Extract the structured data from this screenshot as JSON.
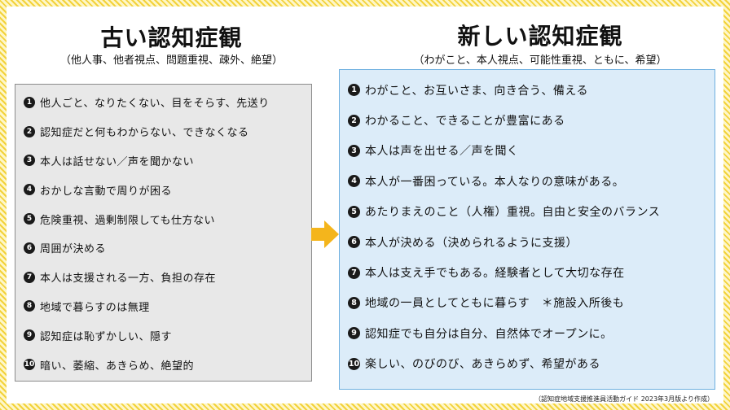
{
  "old": {
    "title": "古い認知症観",
    "subtitle": "（他人事、他者視点、問題重視、疎外、絶望）",
    "items": [
      {
        "num": "1",
        "text": "他人ごと、なりたくない、目をそらす、先送り"
      },
      {
        "num": "2",
        "text": "認知症だと何もわからない、できなくなる"
      },
      {
        "num": "3",
        "text": "本人は話せない／声を聞かない"
      },
      {
        "num": "4",
        "text": "おかしな言動で周りが困る"
      },
      {
        "num": "5",
        "text": "危険重視、過剰制限しても仕方ない"
      },
      {
        "num": "6",
        "text": "周囲が決める"
      },
      {
        "num": "7",
        "text": "本人は支援される一方、負担の存在"
      },
      {
        "num": "8",
        "text": "地域で暮らすのは無理"
      },
      {
        "num": "9",
        "text": "認知症は恥ずかしい、隠す"
      },
      {
        "num": "10",
        "text": "暗い、萎縮、あきらめ、絶望的"
      }
    ]
  },
  "new": {
    "title": "新しい認知症観",
    "subtitle": "（わがこと、本人視点、可能性重視、ともに、希望）",
    "items": [
      {
        "num": "1",
        "text": "わがこと、お互いさま、向き合う、備える"
      },
      {
        "num": "2",
        "text": "わかること、できることが豊富にある"
      },
      {
        "num": "3",
        "text": "本人は声を出せる／声を聞く"
      },
      {
        "num": "4",
        "text": "本人が一番困っている。本人なりの意味がある。"
      },
      {
        "num": "5",
        "text": "あたりまえのこと（人権）重視。自由と安全のバランス"
      },
      {
        "num": "6",
        "text": "本人が決める（決められるように支援）"
      },
      {
        "num": "7",
        "text": "本人は支え手でもある。経験者として大切な存在"
      },
      {
        "num": "8",
        "text": "地域の一員としてともに暮らす　＊施設入所後も"
      },
      {
        "num": "9",
        "text": "認知症でも自分は自分、自然体でオープンに。"
      },
      {
        "num": "10",
        "text": "楽しい、のびのび、あきらめず、希望がある"
      }
    ]
  },
  "footer": {
    "source": "（認知症地域支援推進員活動ガイド 2023年3月版より作成）"
  },
  "colors": {
    "old_box_bg": "#e8e8e8",
    "new_box_bg": "#dcecf9",
    "new_box_border": "#6fb0e0",
    "arrow": "#f4b51c",
    "frame_stripe": "#f3d23a"
  },
  "icons": {
    "arrow": "right-arrow-icon",
    "numbers": "circled-number-icon"
  }
}
